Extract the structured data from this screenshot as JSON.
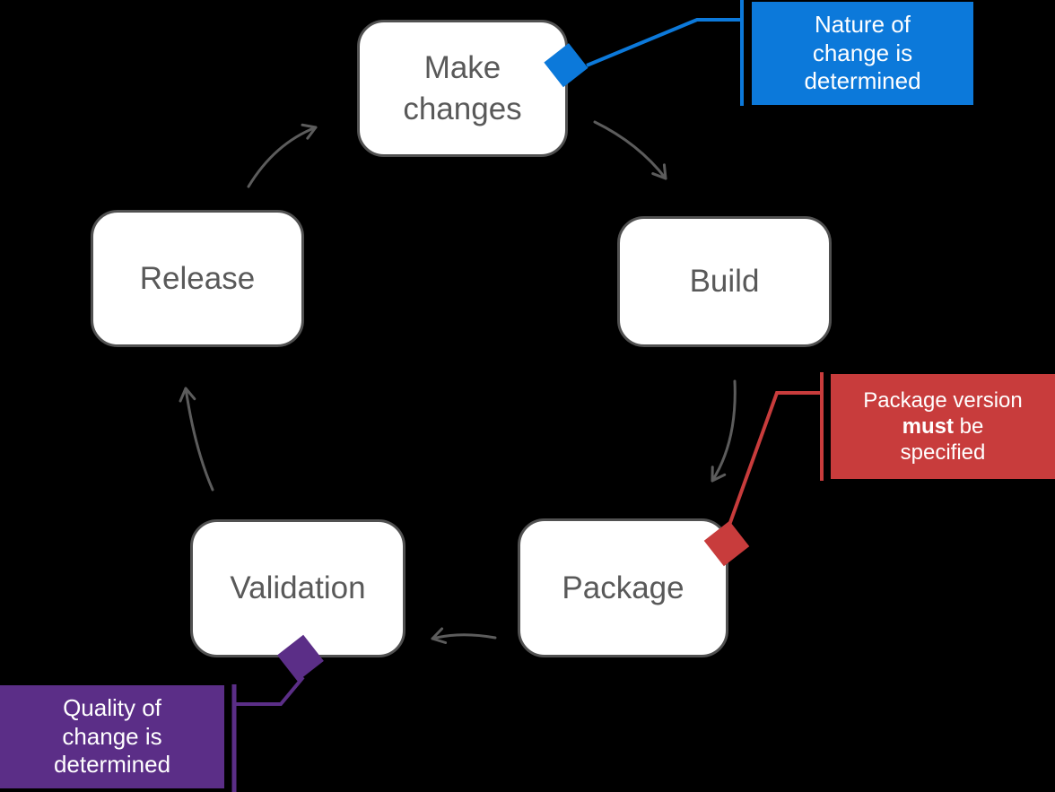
{
  "colors": {
    "background": "#000000",
    "node_fill": "#ffffff",
    "node_border": "#515151",
    "node_text": "#595959",
    "arrow": "#5c5c5c",
    "blue": "#0c79da",
    "red": "#c83c3c",
    "purple": "#5b2e87",
    "callout_text": "#ffffff"
  },
  "diagram": {
    "nodes": {
      "make_changes": {
        "label": "Make\nchanges"
      },
      "build": {
        "label": "Build"
      },
      "package": {
        "label": "Package"
      },
      "validation": {
        "label": "Validation"
      },
      "release": {
        "label": "Release"
      }
    },
    "callouts": {
      "nature": {
        "text": "Nature of\nchange is\ndetermined"
      },
      "package_version": {
        "line1": "Package version",
        "bold": "must",
        "after_bold": " be",
        "line3": "specified"
      },
      "quality": {
        "text": "Quality of\nchange is\ndetermined"
      }
    }
  }
}
